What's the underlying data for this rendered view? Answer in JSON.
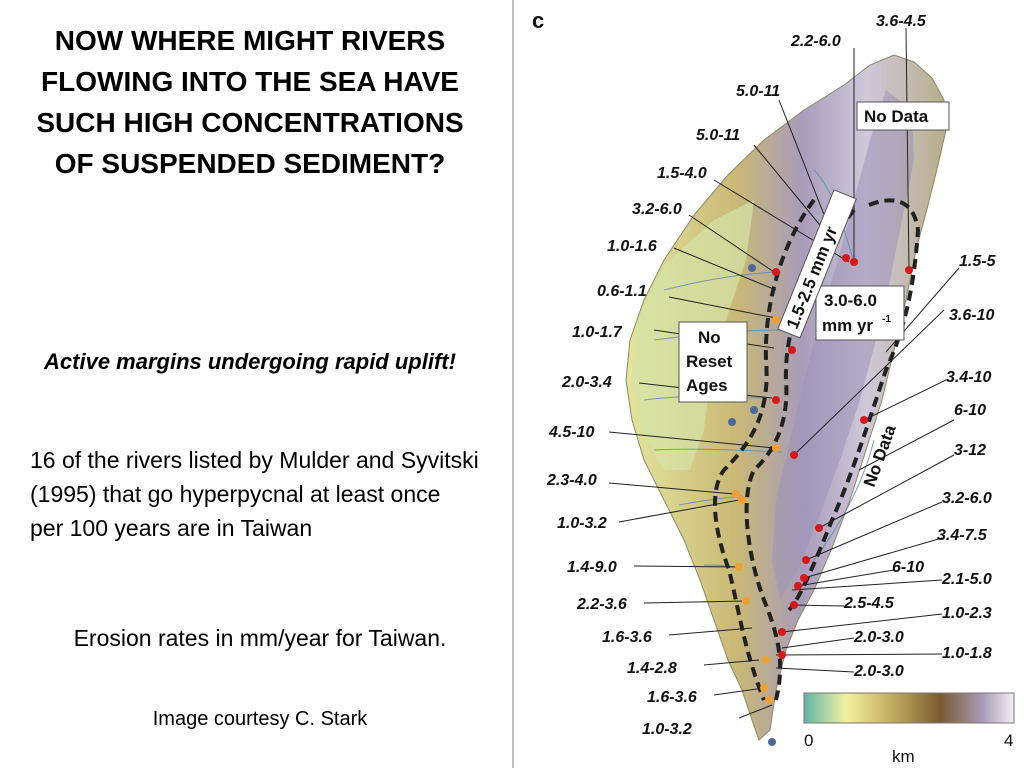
{
  "slide": {
    "title": "NOW WHERE MIGHT RIVERS FLOWING INTO THE SEA HAVE SUCH HIGH CONCENTRATIONS OF SUSPENDED SEDIMENT?",
    "subtitle": "Active margins undergoing rapid uplift!",
    "body": "16 of the rivers listed by Mulder and Syvitski (1995) that go hyperpycnal at least once per 100 years are in Taiwan",
    "caption": "Erosion rates in mm/year for Taiwan.",
    "credit": "Image courtesy C. Stark"
  },
  "figure": {
    "panel_letter": "c",
    "zone_label_rotated": "1.5-2.5 mm yr",
    "zone_label_central_line1": "3.0-6.0",
    "zone_label_central_line2": "mm yr",
    "zone_label_central_exp": "-1",
    "no_data_top": "No Data",
    "no_data_side": "No Data",
    "no_reset_lines": [
      "No",
      "Reset",
      "Ages"
    ],
    "left_labels": [
      "2.2-6.0",
      "5.0-11",
      "5.0-11",
      "1.5-4.0",
      "3.2-6.0",
      "1.0-1.6",
      "0.6-1.1",
      "1.0-1.7",
      "2.0-3.4",
      "4.5-10",
      "2.3-4.0",
      "1.0-3.2",
      "1.4-9.0",
      "2.2-3.6",
      "1.6-3.6",
      "1.4-2.8",
      "1.6-3.6",
      "1.0-3.2"
    ],
    "right_labels": [
      "3.6-4.5",
      "1.5-5",
      "3.6-10",
      "3.4-10",
      "6-10",
      "3-12",
      "3.2-6.0",
      "3.4-7.5",
      "6-10",
      "2.1-5.0",
      "2.5-4.5",
      "1.0-2.3",
      "2.0-3.0",
      "1.0-1.8",
      "2.0-3.0"
    ],
    "colorbar": {
      "min_label": "0",
      "max_label": "4",
      "unit": "km",
      "colors": [
        "#5fb5a8",
        "#f4f0a0",
        "#b9a25a",
        "#7a5a32",
        "#a99ab5",
        "#f3f0f6"
      ]
    },
    "colors": {
      "land_low": "#e8e69a",
      "land_mid": "#b8a86a",
      "land_high": "#9a90b0",
      "peak": "#d8d2e2",
      "sea": "#ffffff",
      "dot_red": "#d81818",
      "dot_orange": "#f0a030",
      "dot_blue": "#4a6a9a"
    }
  }
}
